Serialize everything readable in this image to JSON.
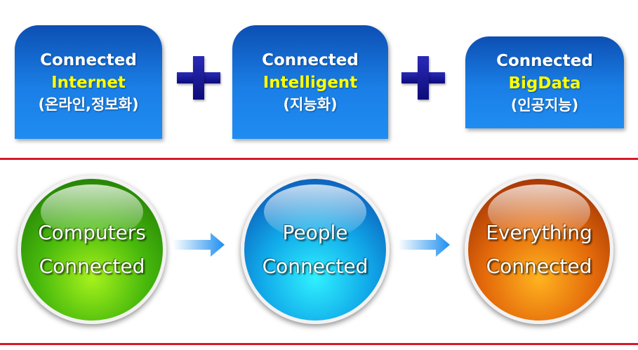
{
  "top_boxes": [
    {
      "line1": "Connected",
      "line2": "Internet",
      "line3": "(온라인,정보화)"
    },
    {
      "line1": "Connected",
      "line2": "Intelligent",
      "line3": "(지능화)"
    },
    {
      "line1": "Connected",
      "line2": "BigData",
      "line3": "(인공지능)"
    }
  ],
  "spheres": [
    {
      "line1": "Computers",
      "line2": "Connected"
    },
    {
      "line1": "People",
      "line2": "Connected"
    },
    {
      "line1": "Everything",
      "line2": "Connected"
    }
  ],
  "colors": {
    "box_blue": "#1a7fe6",
    "highlight_yellow": "#ffff00",
    "plus_navy": "#1a1a9e",
    "divider_red": "#d9182a",
    "sphere_green": "#46b80c",
    "sphere_cyan": "#10a8e8",
    "sphere_orange": "#e46a0a",
    "arrow_blue": "#1f8ff0"
  },
  "icons": [
    "plus-icon",
    "arrow-right-icon"
  ]
}
